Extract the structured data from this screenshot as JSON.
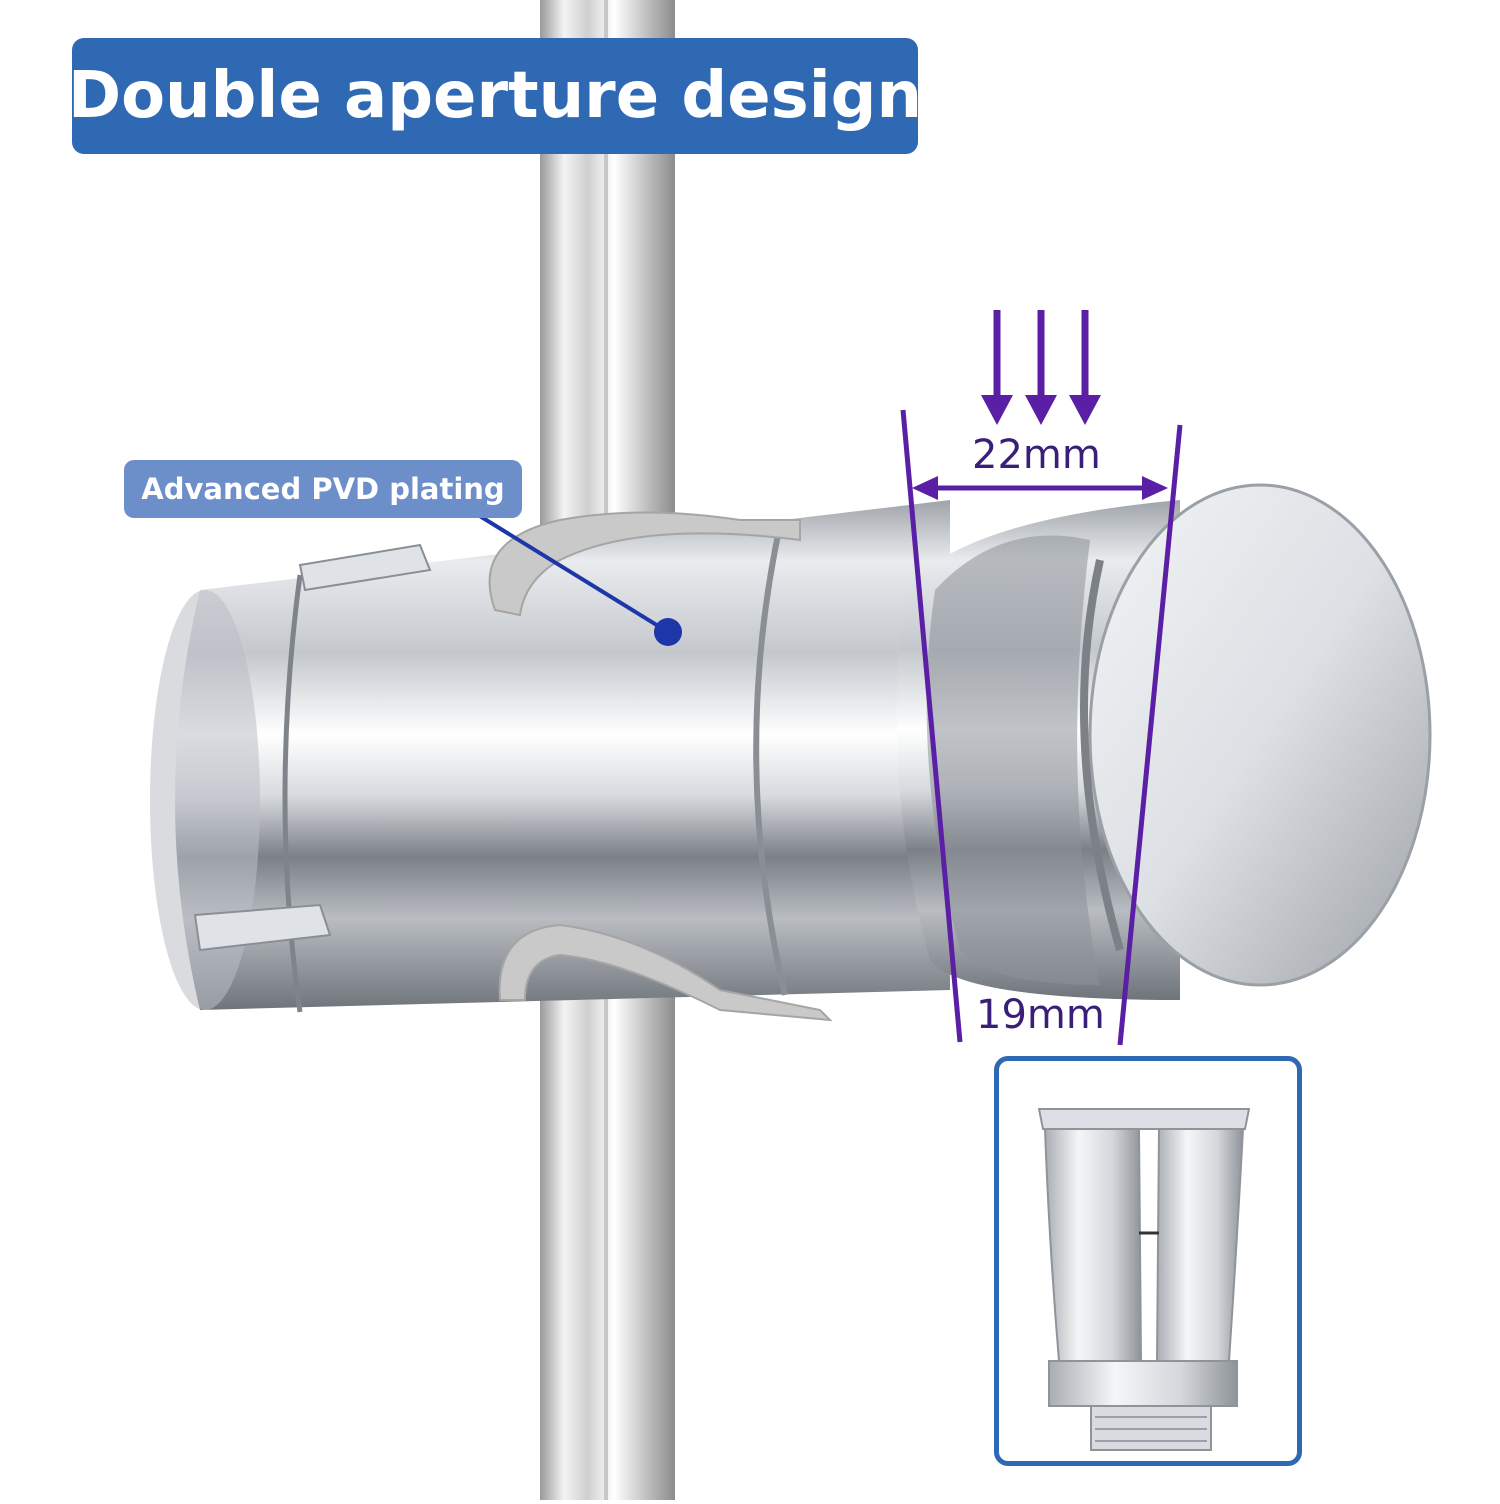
{
  "title": "Double aperture design",
  "callout": "Advanced PVD plating",
  "dimensions": {
    "top_width": "22mm",
    "bottom_width": "19mm"
  },
  "colors": {
    "banner": "#2f68b3",
    "callout": "#6c8fc9",
    "dimension": "#5b1fa6",
    "dimension_text": "#3a1f78",
    "pointer": "#1d36a8",
    "inset_border": "#2f68b3"
  },
  "icons": {
    "arrows": "down-arrow-icon",
    "dimension": "double-arrow-icon"
  }
}
